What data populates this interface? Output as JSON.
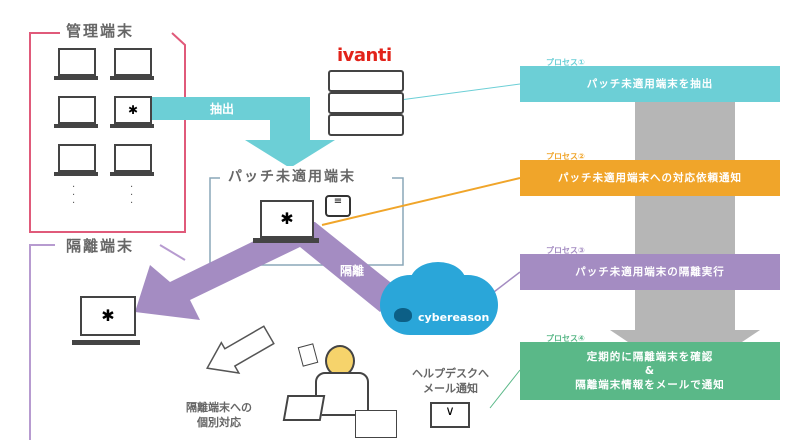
{
  "admin_section": {
    "title": "管理端末"
  },
  "isolation_section": {
    "title": "隔離端末"
  },
  "unpatched_section": {
    "title": "パッチ未適用端末"
  },
  "arrows": {
    "extract": "抽出",
    "isolate": "隔離"
  },
  "logos": {
    "ivanti": "ivanti",
    "cybereason": "cybereason"
  },
  "helpdesk": {
    "line1": "ヘルプデスクへ",
    "line2": "メール通知"
  },
  "individual": {
    "line1": "隔離端末への",
    "line2": "個別対応"
  },
  "processes": [
    {
      "tag": "プロセス①",
      "text": "パッチ未適用端末を抽出",
      "color": "#6ccfd6"
    },
    {
      "tag": "プロセス②",
      "text": "パッチ未適用端末への対応依頼通知",
      "color": "#f0a52a"
    },
    {
      "tag": "プロセス③",
      "text": "パッチ未適用端末の隔離実行",
      "color": "#a48cc2"
    },
    {
      "tag": "プロセス④",
      "line1": "定期的に隔離端末を確認",
      "line2": "&",
      "line3": "隔離端末情報をメールで通知",
      "color": "#5ab888"
    }
  ],
  "colors": {
    "admin_frame": "#e05a7a",
    "isolation_frame": "#b79bd0",
    "unpatched_frame": "#8aa7b8",
    "teal_arrow": "#6ccfd6",
    "purple_arrow": "#a48cc2",
    "gray_arrow": "#a9a9a9"
  }
}
